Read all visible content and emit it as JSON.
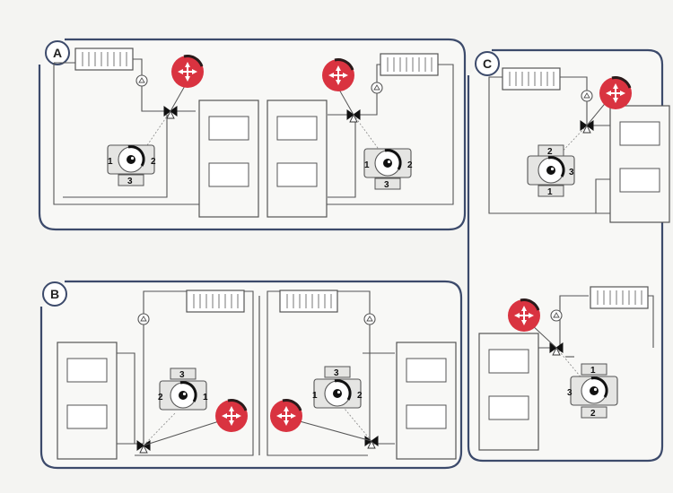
{
  "panels": {
    "a": {
      "label": "A",
      "valve_ports": [
        "1",
        "2",
        "3"
      ],
      "valve_ports_right": [
        "1",
        "2",
        "3"
      ]
    },
    "b": {
      "label": "B",
      "valve_ports_left": [
        "3",
        "2",
        "1"
      ],
      "valve_ports_right": [
        "3",
        "1",
        "2"
      ]
    },
    "c": {
      "label": "C",
      "valve_ports_top": [
        "2",
        "3",
        "1"
      ],
      "valve_ports_bottom": [
        "1",
        "3",
        "2"
      ]
    }
  },
  "colors": {
    "frame": "#3c4a6b",
    "line": "#555555",
    "actuator": "#d93340",
    "actuator_mark": "#2a1a1a",
    "background": "#f4f4f2",
    "panel_fill": "#f8f8f6"
  },
  "icons": [
    "radiator-icon",
    "pump-icon",
    "mixing-valve-icon",
    "actuator-icon",
    "boiler-icon",
    "valve-body-icon"
  ]
}
